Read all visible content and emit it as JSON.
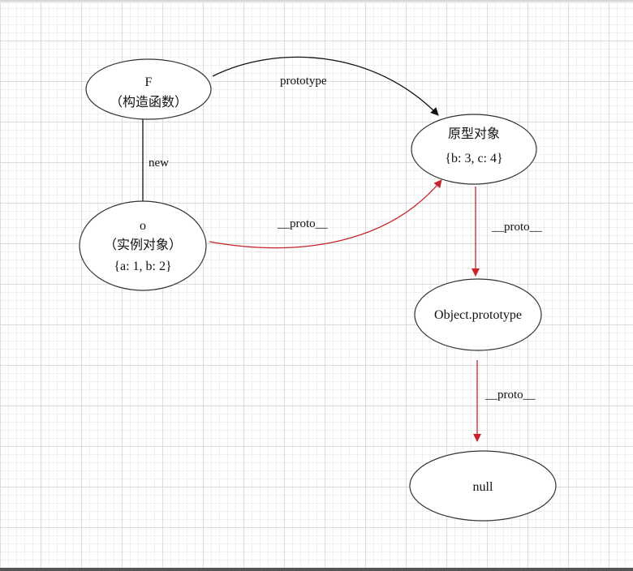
{
  "colors": {
    "black_edge": "#111111",
    "red_edge": "#c8232c",
    "node_stroke": "#333333"
  },
  "nodes": {
    "F": {
      "line1": "F",
      "line2": "（构造函数）"
    },
    "o": {
      "line1": "o",
      "line2": "（实例对象）",
      "line3": "{a: 1, b: 2}"
    },
    "proto_obj": {
      "line1": "原型对象",
      "line2": "{b: 3, c: 4}"
    },
    "object_prototype": {
      "line1": "Object.prototype"
    },
    "null": {
      "line1": "null"
    }
  },
  "edges": {
    "prototype": {
      "label": "prototype"
    },
    "new": {
      "label": "new"
    },
    "o_proto": {
      "label": "__proto__"
    },
    "proto_obj_proto": {
      "label": "__proto__"
    },
    "object_prototype_proto": {
      "label": "__proto__"
    }
  }
}
